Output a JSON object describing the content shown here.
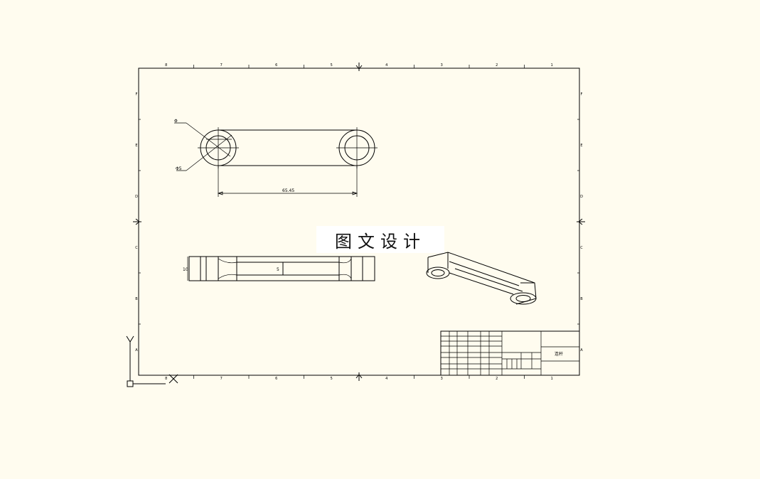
{
  "drawing": {
    "zone_columns": [
      "8",
      "7",
      "6",
      "5",
      "4",
      "3",
      "2",
      "1"
    ],
    "zone_rows": [
      "F",
      "E",
      "D",
      "C",
      "B",
      "A"
    ],
    "top_view": {
      "leader_labels": [
        "Φ",
        "Φ5"
      ],
      "center_distance": "65.45"
    },
    "front_view": {
      "height_dim": "10",
      "web_dim": "5"
    },
    "title_block": {
      "name_cell": "连杆"
    },
    "ucs": {
      "x_label": "X",
      "y_label": "Y"
    }
  },
  "watermark": "图文设计"
}
